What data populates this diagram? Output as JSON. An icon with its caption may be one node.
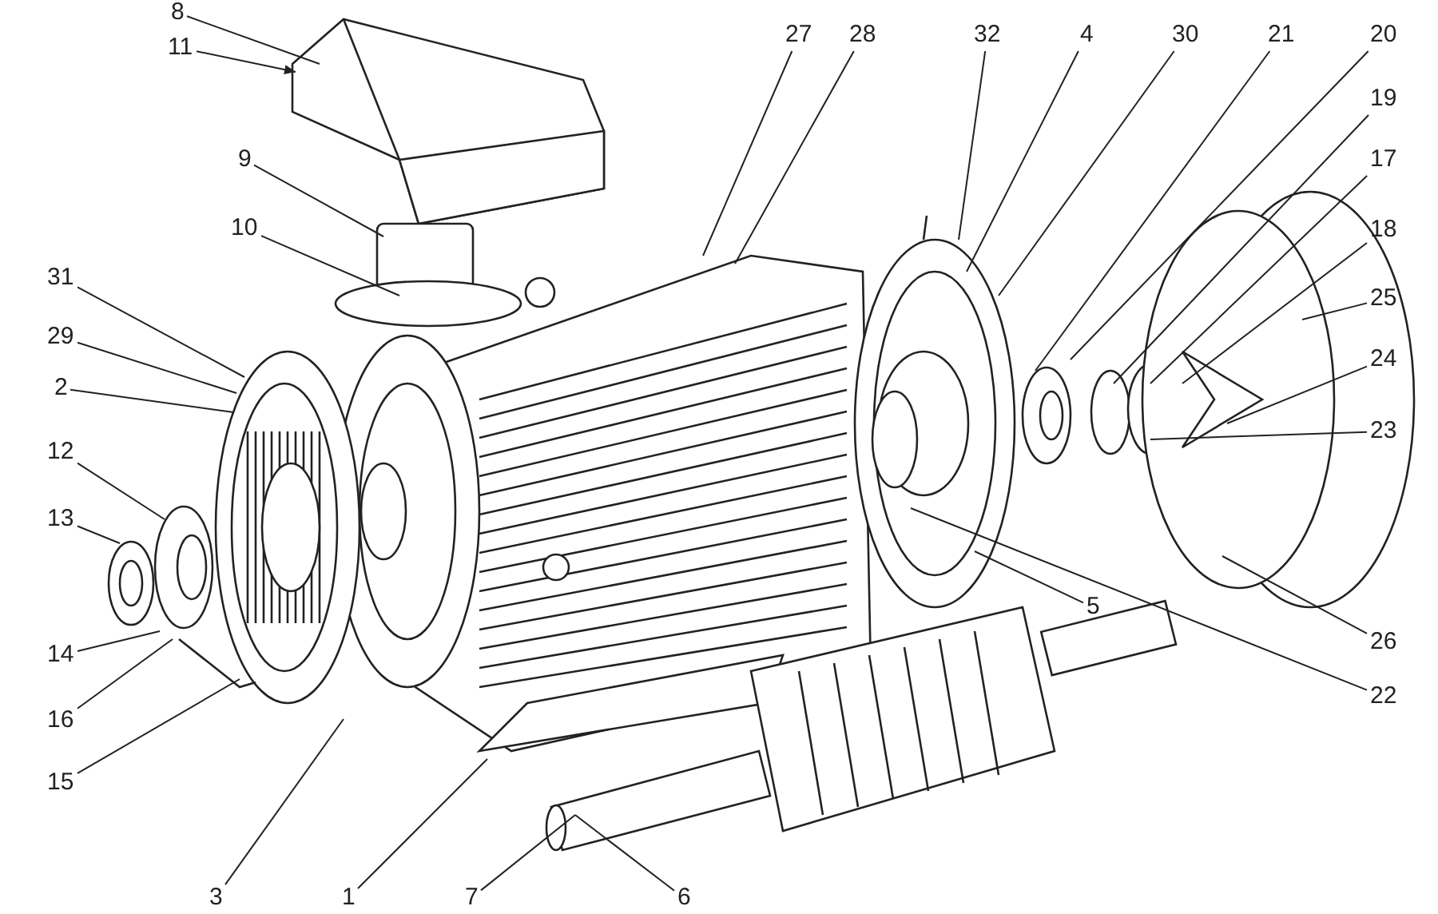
{
  "diagram": {
    "nodes": [
      {
        "text": [
          "8"
        ]
      },
      {
        "text": [
          "27"
        ]
      },
      {
        "text": [
          "28"
        ]
      },
      {
        "text": [
          "32"
        ]
      },
      {
        "text": [
          "4"
        ]
      },
      {
        "text": [
          "30"
        ]
      },
      {
        "text": [
          "21"
        ]
      },
      {
        "text": [
          "20"
        ]
      },
      {
        "text": [
          "11"
        ]
      },
      {
        "text": [
          "19"
        ]
      },
      {
        "text": [
          "9"
        ]
      },
      {
        "text": [
          "17"
        ]
      },
      {
        "text": [
          "10"
        ]
      },
      {
        "text": [
          "18"
        ]
      },
      {
        "text": [
          "31"
        ]
      },
      {
        "text": [
          "25"
        ]
      },
      {
        "text": [
          "29"
        ]
      },
      {
        "text": [
          "24"
        ]
      },
      {
        "text": [
          "2"
        ]
      },
      {
        "text": [
          "23"
        ]
      },
      {
        "text": [
          "12"
        ]
      },
      {
        "text": [
          "13"
        ]
      },
      {
        "text": [
          "5"
        ]
      },
      {
        "text": [
          "26"
        ]
      },
      {
        "text": [
          "14"
        ]
      },
      {
        "text": [
          "22"
        ]
      },
      {
        "text": [
          "16"
        ]
      },
      {
        "text": [
          "15"
        ]
      },
      {
        "text": [
          "3"
        ]
      },
      {
        "text": [
          "1"
        ]
      },
      {
        "text": [
          "7"
        ]
      },
      {
        "text": [
          "6"
        ]
      }
    ],
    "edges": [
      {
        "from": 0,
        "to": null,
        "arrow": "none"
      },
      {
        "from": 1,
        "to": null,
        "arrow": "none"
      },
      {
        "from": 2,
        "to": null,
        "arrow": "none"
      },
      {
        "from": 3,
        "to": null,
        "arrow": "none"
      },
      {
        "from": 4,
        "to": null,
        "arrow": "none"
      },
      {
        "from": 5,
        "to": null,
        "arrow": "none"
      },
      {
        "from": 6,
        "to": null,
        "arrow": "none"
      },
      {
        "from": 7,
        "to": null,
        "arrow": "none"
      },
      {
        "from": 8,
        "to": null,
        "arrow": "to"
      },
      {
        "from": 9,
        "to": null,
        "arrow": "none"
      },
      {
        "from": 10,
        "to": null,
        "arrow": "none"
      },
      {
        "from": 11,
        "to": null,
        "arrow": "none"
      },
      {
        "from": 12,
        "to": null,
        "arrow": "none"
      },
      {
        "from": 13,
        "to": null,
        "arrow": "none"
      },
      {
        "from": 14,
        "to": null,
        "arrow": "none"
      },
      {
        "from": 15,
        "to": null,
        "arrow": "none"
      },
      {
        "from": 16,
        "to": null,
        "arrow": "none"
      },
      {
        "from": 17,
        "to": null,
        "arrow": "none"
      },
      {
        "from": 18,
        "to": null,
        "arrow": "none"
      },
      {
        "from": 19,
        "to": null,
        "arrow": "none"
      },
      {
        "from": 20,
        "to": null,
        "arrow": "none"
      },
      {
        "from": 21,
        "to": null,
        "arrow": "none"
      },
      {
        "from": 22,
        "to": null,
        "arrow": "none"
      },
      {
        "from": 23,
        "to": null,
        "arrow": "none"
      },
      {
        "from": 24,
        "to": null,
        "arrow": "none"
      },
      {
        "from": 25,
        "to": null,
        "arrow": "none"
      },
      {
        "from": 26,
        "to": null,
        "arrow": "none"
      },
      {
        "from": 27,
        "to": null,
        "arrow": "none"
      },
      {
        "from": 28,
        "to": null,
        "arrow": "none"
      },
      {
        "from": 29,
        "to": null,
        "arrow": "none"
      },
      {
        "from": 30,
        "to": null,
        "arrow": "none"
      },
      {
        "from": 31,
        "to": null,
        "arrow": "none"
      }
    ]
  }
}
